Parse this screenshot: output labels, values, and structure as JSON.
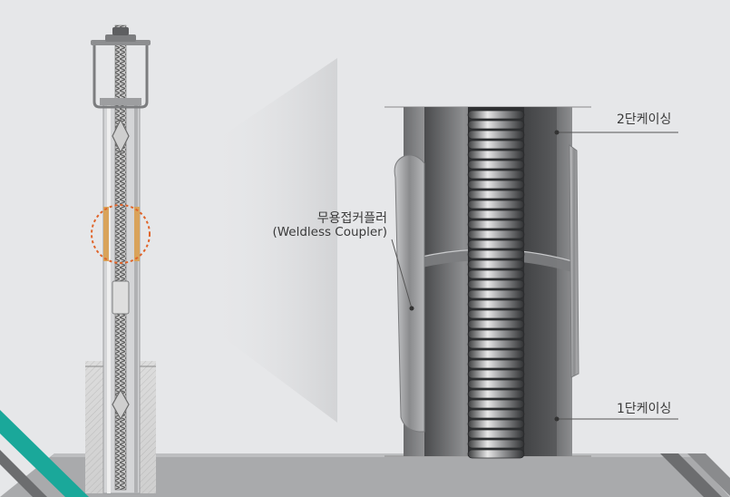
{
  "labels": {
    "coupler_ko": "무용접커플러",
    "coupler_en": "(Weldless Coupler)",
    "second_casing": "2단케이싱",
    "first_casing": "1단케이싱"
  },
  "colors": {
    "background": "#e6e7e9",
    "accent_teal": "#1aa89a",
    "highlight_circle": "#e0642a",
    "coupler_orange": "#d9a35a",
    "ground_gray": "#a9aaac"
  },
  "icons": [
    "pile-assembly-icon",
    "helmet-cap-icon",
    "ground-hatch-icon"
  ]
}
